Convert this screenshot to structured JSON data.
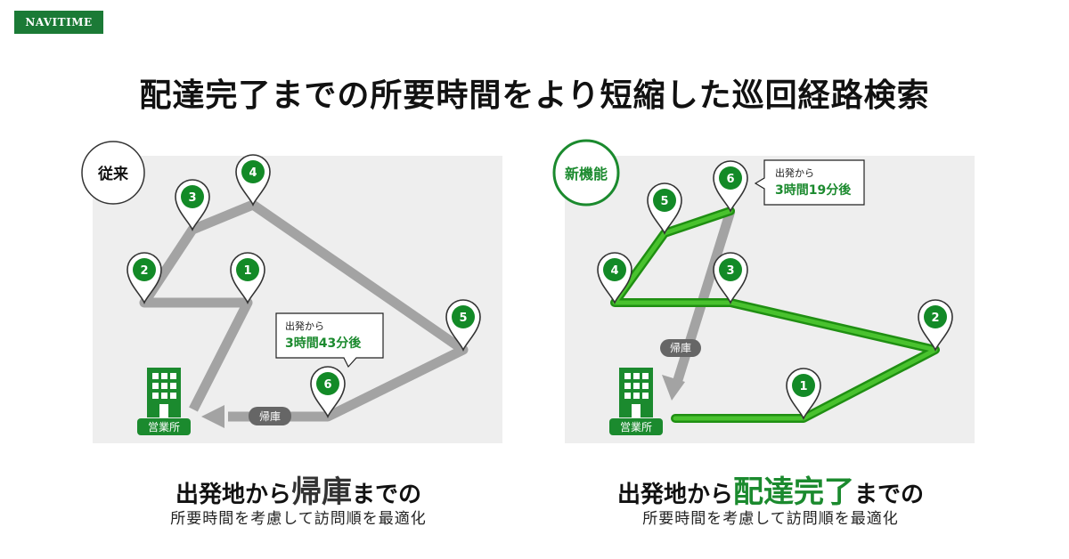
{
  "brand": {
    "logo": "NAVITIME"
  },
  "title": "配達完了までの所要時間をより短縮した巡回経路検索",
  "colors": {
    "brand": "#1b7a36",
    "route_old": "#a3a3a3",
    "route_new": "#2fa51e",
    "pin": "#138a27",
    "panel": "#eeeeee"
  },
  "left": {
    "badge": "従来",
    "callout": {
      "line1": "出発から",
      "line2": "3時間43分後"
    },
    "return_label": "帰庫",
    "office_label": "営業所",
    "pins": [
      "1",
      "2",
      "3",
      "4",
      "5",
      "6"
    ],
    "caption": {
      "pre": "出発地から",
      "highlight": "帰庫",
      "post": "までの",
      "sub": "所要時間を考慮して訪問順を最適化"
    }
  },
  "right": {
    "badge": "新機能",
    "callout": {
      "line1": "出発から",
      "line2": "3時間19分後"
    },
    "return_label": "帰庫",
    "office_label": "営業所",
    "pins": [
      "1",
      "2",
      "3",
      "4",
      "5",
      "6"
    ],
    "caption": {
      "pre": "出発地から",
      "highlight": "配達完了",
      "post": "までの",
      "sub": "所要時間を考慮して訪問順を最適化"
    }
  }
}
